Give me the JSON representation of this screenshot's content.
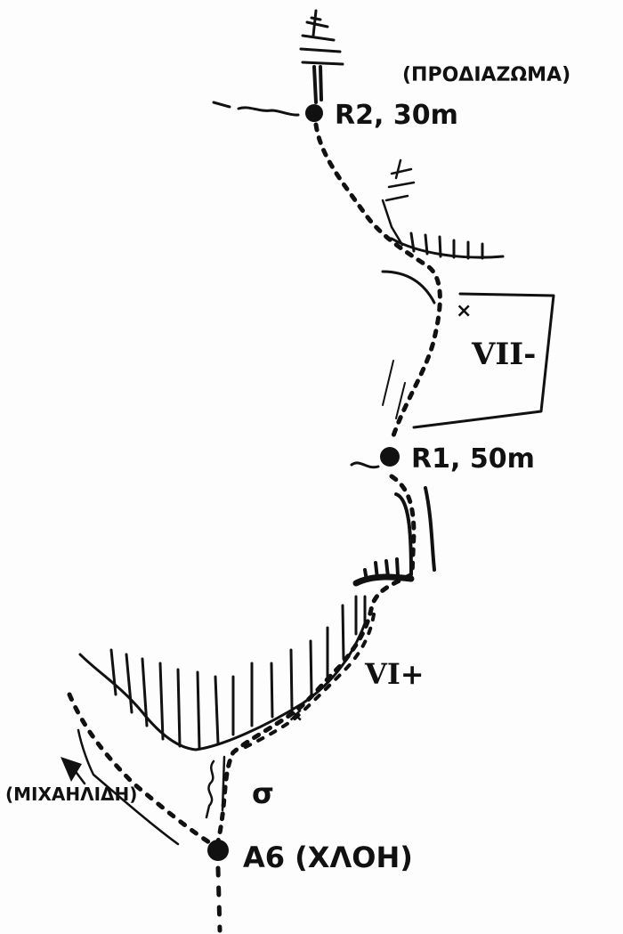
{
  "title": "Climbing route topo (hand-drawn)",
  "ink_color": "#111111",
  "labels": {
    "top_note": "(ΠΡΟΔΙΑΖΩΜΑ)",
    "belay_r2": "R2, 30m",
    "grade_upper": "VII-",
    "belay_r1": "R1, 50m",
    "grade_lower": "VI+",
    "belay_a6": "A6 (ΧΛΟΗ)",
    "left_route": "(ΜΙΧΑΗΛΙΔΗ)",
    "sigma_mark": "σ"
  },
  "markers": {
    "crux_mark": "×"
  }
}
